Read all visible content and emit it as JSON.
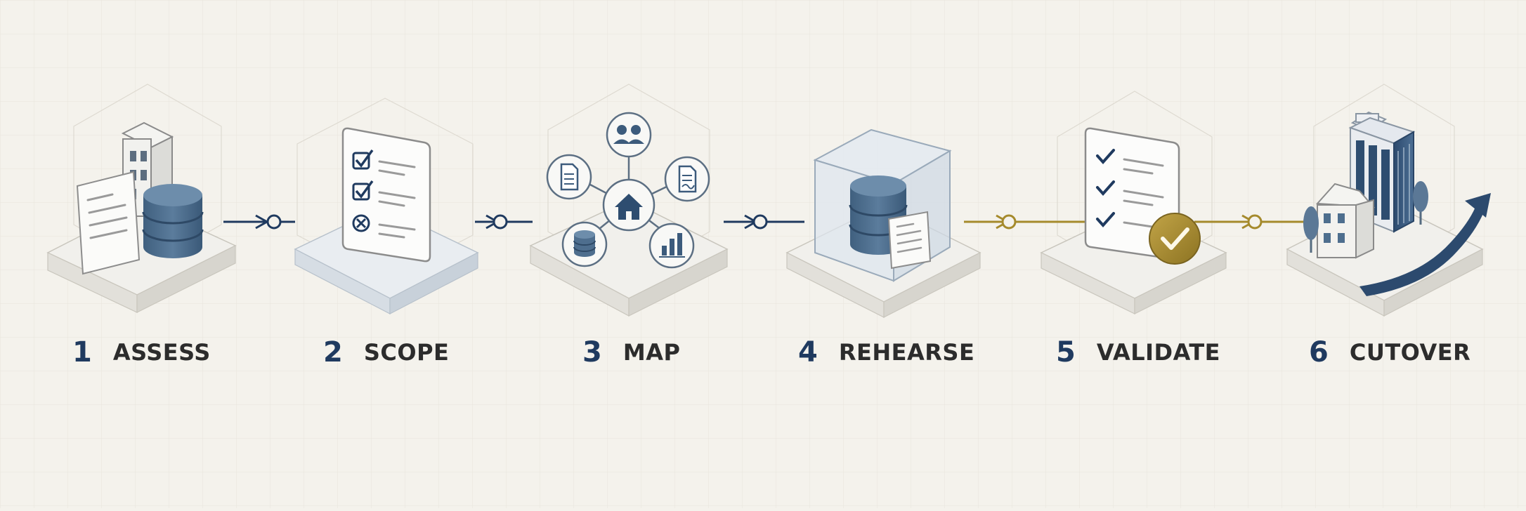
{
  "colors": {
    "background": "#f4f2ec",
    "navy": "#1f3a5f",
    "steel": "#4e6e8e",
    "gold": "#a58a2c",
    "label": "#2c2c2c",
    "platform": "#efeeea",
    "grid": "#e6e3db"
  },
  "steps": [
    {
      "number": "1",
      "name": "ASSESS",
      "icon": "server-database-document-icon"
    },
    {
      "number": "2",
      "name": "SCOPE",
      "icon": "checklist-icon"
    },
    {
      "number": "3",
      "name": "MAP",
      "icon": "dependency-map-icon"
    },
    {
      "number": "4",
      "name": "REHEARSE",
      "icon": "sandbox-database-icon"
    },
    {
      "number": "5",
      "name": "VALIDATE",
      "icon": "validation-checklist-icon"
    },
    {
      "number": "6",
      "name": "CUTOVER",
      "icon": "city-growth-icon"
    }
  ],
  "connectors": [
    {
      "from": "1",
      "to": "2",
      "color": "navy"
    },
    {
      "from": "2",
      "to": "3",
      "color": "navy"
    },
    {
      "from": "3",
      "to": "4",
      "color": "navy"
    },
    {
      "from": "4",
      "to": "5",
      "color": "gold"
    },
    {
      "from": "5",
      "to": "6",
      "color": "gold"
    }
  ]
}
